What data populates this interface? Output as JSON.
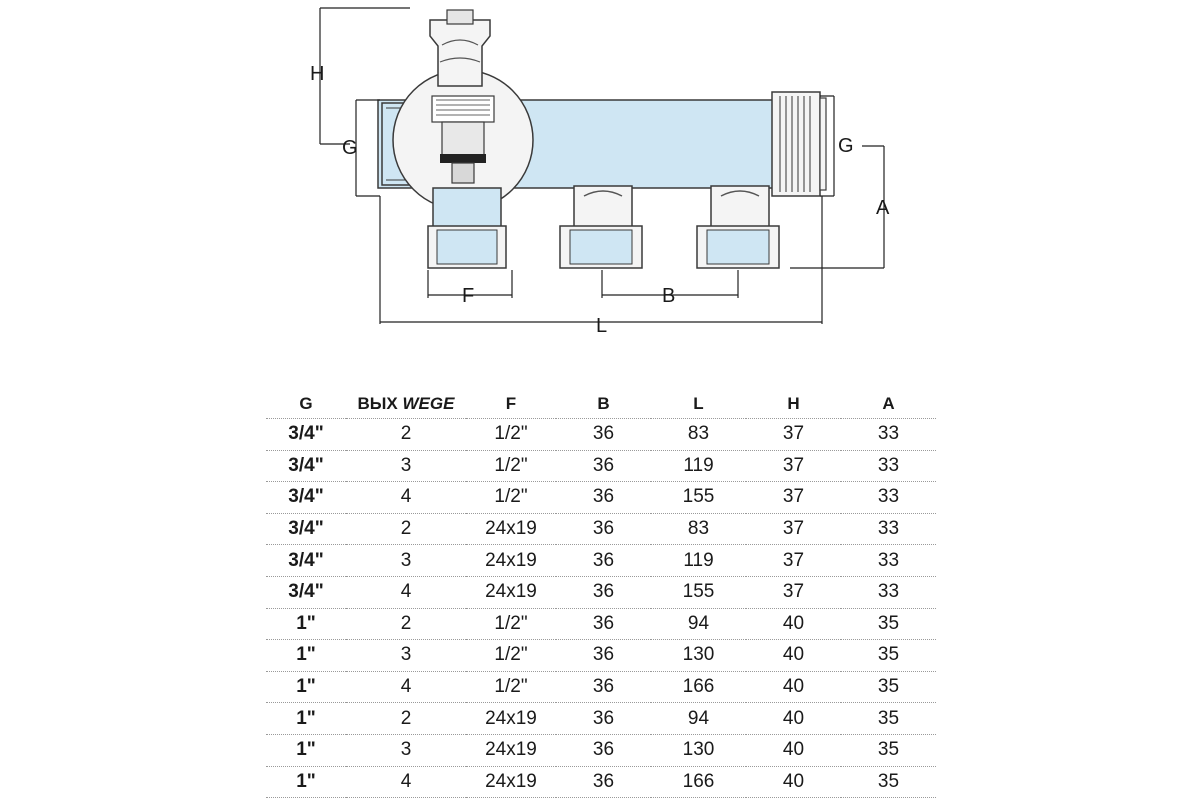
{
  "diagram": {
    "labels": {
      "h": "H",
      "g_left": "G",
      "g_right": "G",
      "a": "A",
      "f": "F",
      "b": "B",
      "l": "L"
    },
    "colors": {
      "body": "#cfe6f3",
      "brass": "#f4f4f4",
      "outline": "#3a3a3a",
      "dimension": "#222222"
    }
  },
  "table": {
    "headers": {
      "g": "G",
      "outputs_prefix": "ВЫХ",
      "outputs_italic": "WEGE",
      "f": "F",
      "b": "B",
      "l": "L",
      "h": "H",
      "a": "A"
    },
    "rows": [
      [
        "3/4\"",
        "2",
        "1/2\"",
        "36",
        "83",
        "37",
        "33"
      ],
      [
        "3/4\"",
        "3",
        "1/2\"",
        "36",
        "119",
        "37",
        "33"
      ],
      [
        "3/4\"",
        "4",
        "1/2\"",
        "36",
        "155",
        "37",
        "33"
      ],
      [
        "3/4\"",
        "2",
        "24x19",
        "36",
        "83",
        "37",
        "33"
      ],
      [
        "3/4\"",
        "3",
        "24x19",
        "36",
        "119",
        "37",
        "33"
      ],
      [
        "3/4\"",
        "4",
        "24x19",
        "36",
        "155",
        "37",
        "33"
      ],
      [
        "1\"",
        "2",
        "1/2\"",
        "36",
        "94",
        "40",
        "35"
      ],
      [
        "1\"",
        "3",
        "1/2\"",
        "36",
        "130",
        "40",
        "35"
      ],
      [
        "1\"",
        "4",
        "1/2\"",
        "36",
        "166",
        "40",
        "35"
      ],
      [
        "1\"",
        "2",
        "24x19",
        "36",
        "94",
        "40",
        "35"
      ],
      [
        "1\"",
        "3",
        "24x19",
        "36",
        "130",
        "40",
        "35"
      ],
      [
        "1\"",
        "4",
        "24x19",
        "36",
        "166",
        "40",
        "35"
      ]
    ]
  }
}
